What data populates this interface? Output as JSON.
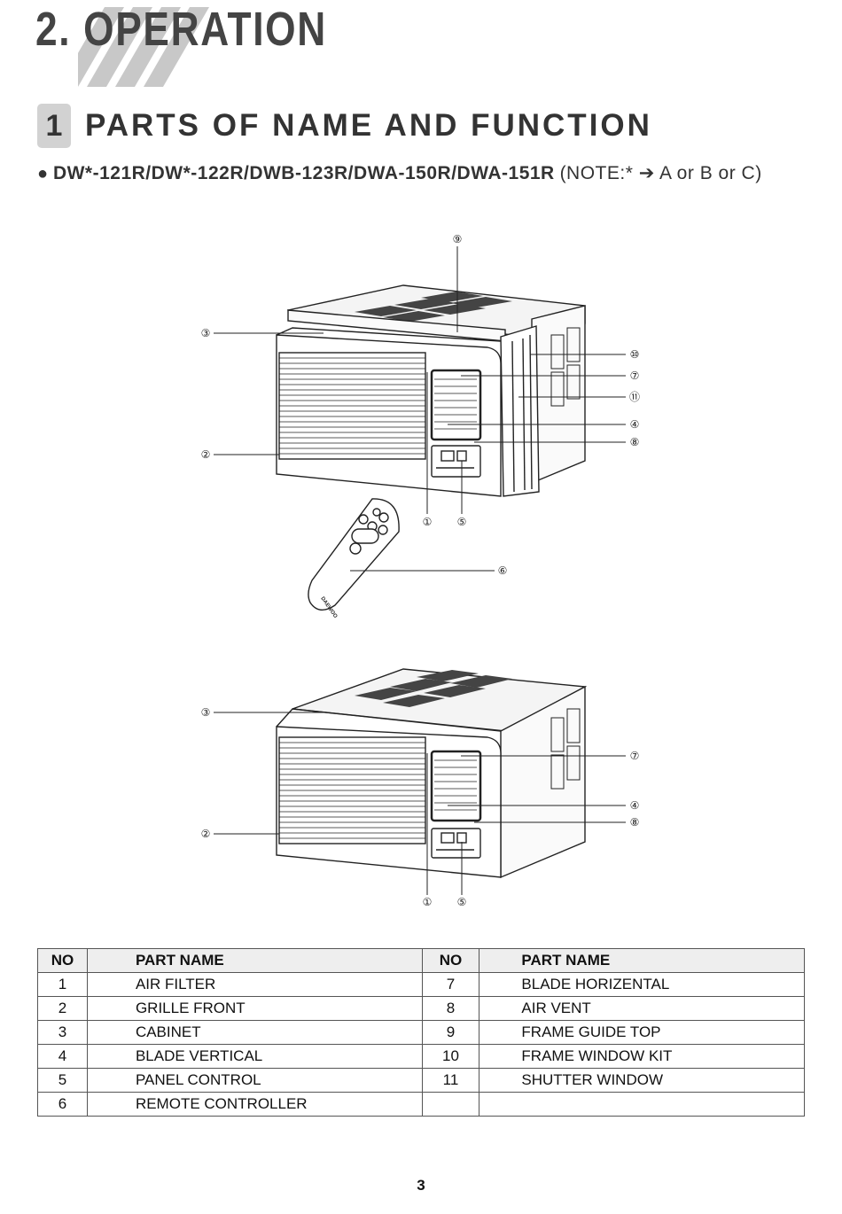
{
  "header": {
    "chapter_title": "2. OPERATION",
    "section_number": "1",
    "section_title": "PARTS OF NAME AND FUNCTION"
  },
  "models": {
    "bullet": "●",
    "list": "DW*-121R/DW*-122R/DWB-123R/DWA-150R/DWA-151R",
    "note": "(NOTE:* ➔ A or B or C)"
  },
  "diagram_top": {
    "callouts": [
      "⑨",
      "③",
      "⑩",
      "⑦",
      "⑪",
      "②",
      "④",
      "⑧",
      "①",
      "⑤",
      "⑥"
    ],
    "remote_brand": "DAEWOO"
  },
  "diagram_bottom": {
    "callouts": [
      "③",
      "⑦",
      "④",
      "⑧",
      "②",
      "①",
      "⑤"
    ]
  },
  "table": {
    "headers": [
      "NO",
      "PART NAME",
      "NO",
      "PART NAME"
    ],
    "rows": [
      [
        "1",
        "AIR FILTER",
        "7",
        "BLADE HORIZENTAL"
      ],
      [
        "2",
        "GRILLE FRONT",
        "8",
        "AIR VENT"
      ],
      [
        "3",
        "CABINET",
        "9",
        "FRAME GUIDE TOP"
      ],
      [
        "4",
        "BLADE VERTICAL",
        "10",
        "FRAME WINDOW KIT"
      ],
      [
        "5",
        "PANEL CONTROL",
        "11",
        "SHUTTER WINDOW"
      ],
      [
        "6",
        "REMOTE CONTROLLER",
        "",
        ""
      ]
    ]
  },
  "page_number": "3"
}
